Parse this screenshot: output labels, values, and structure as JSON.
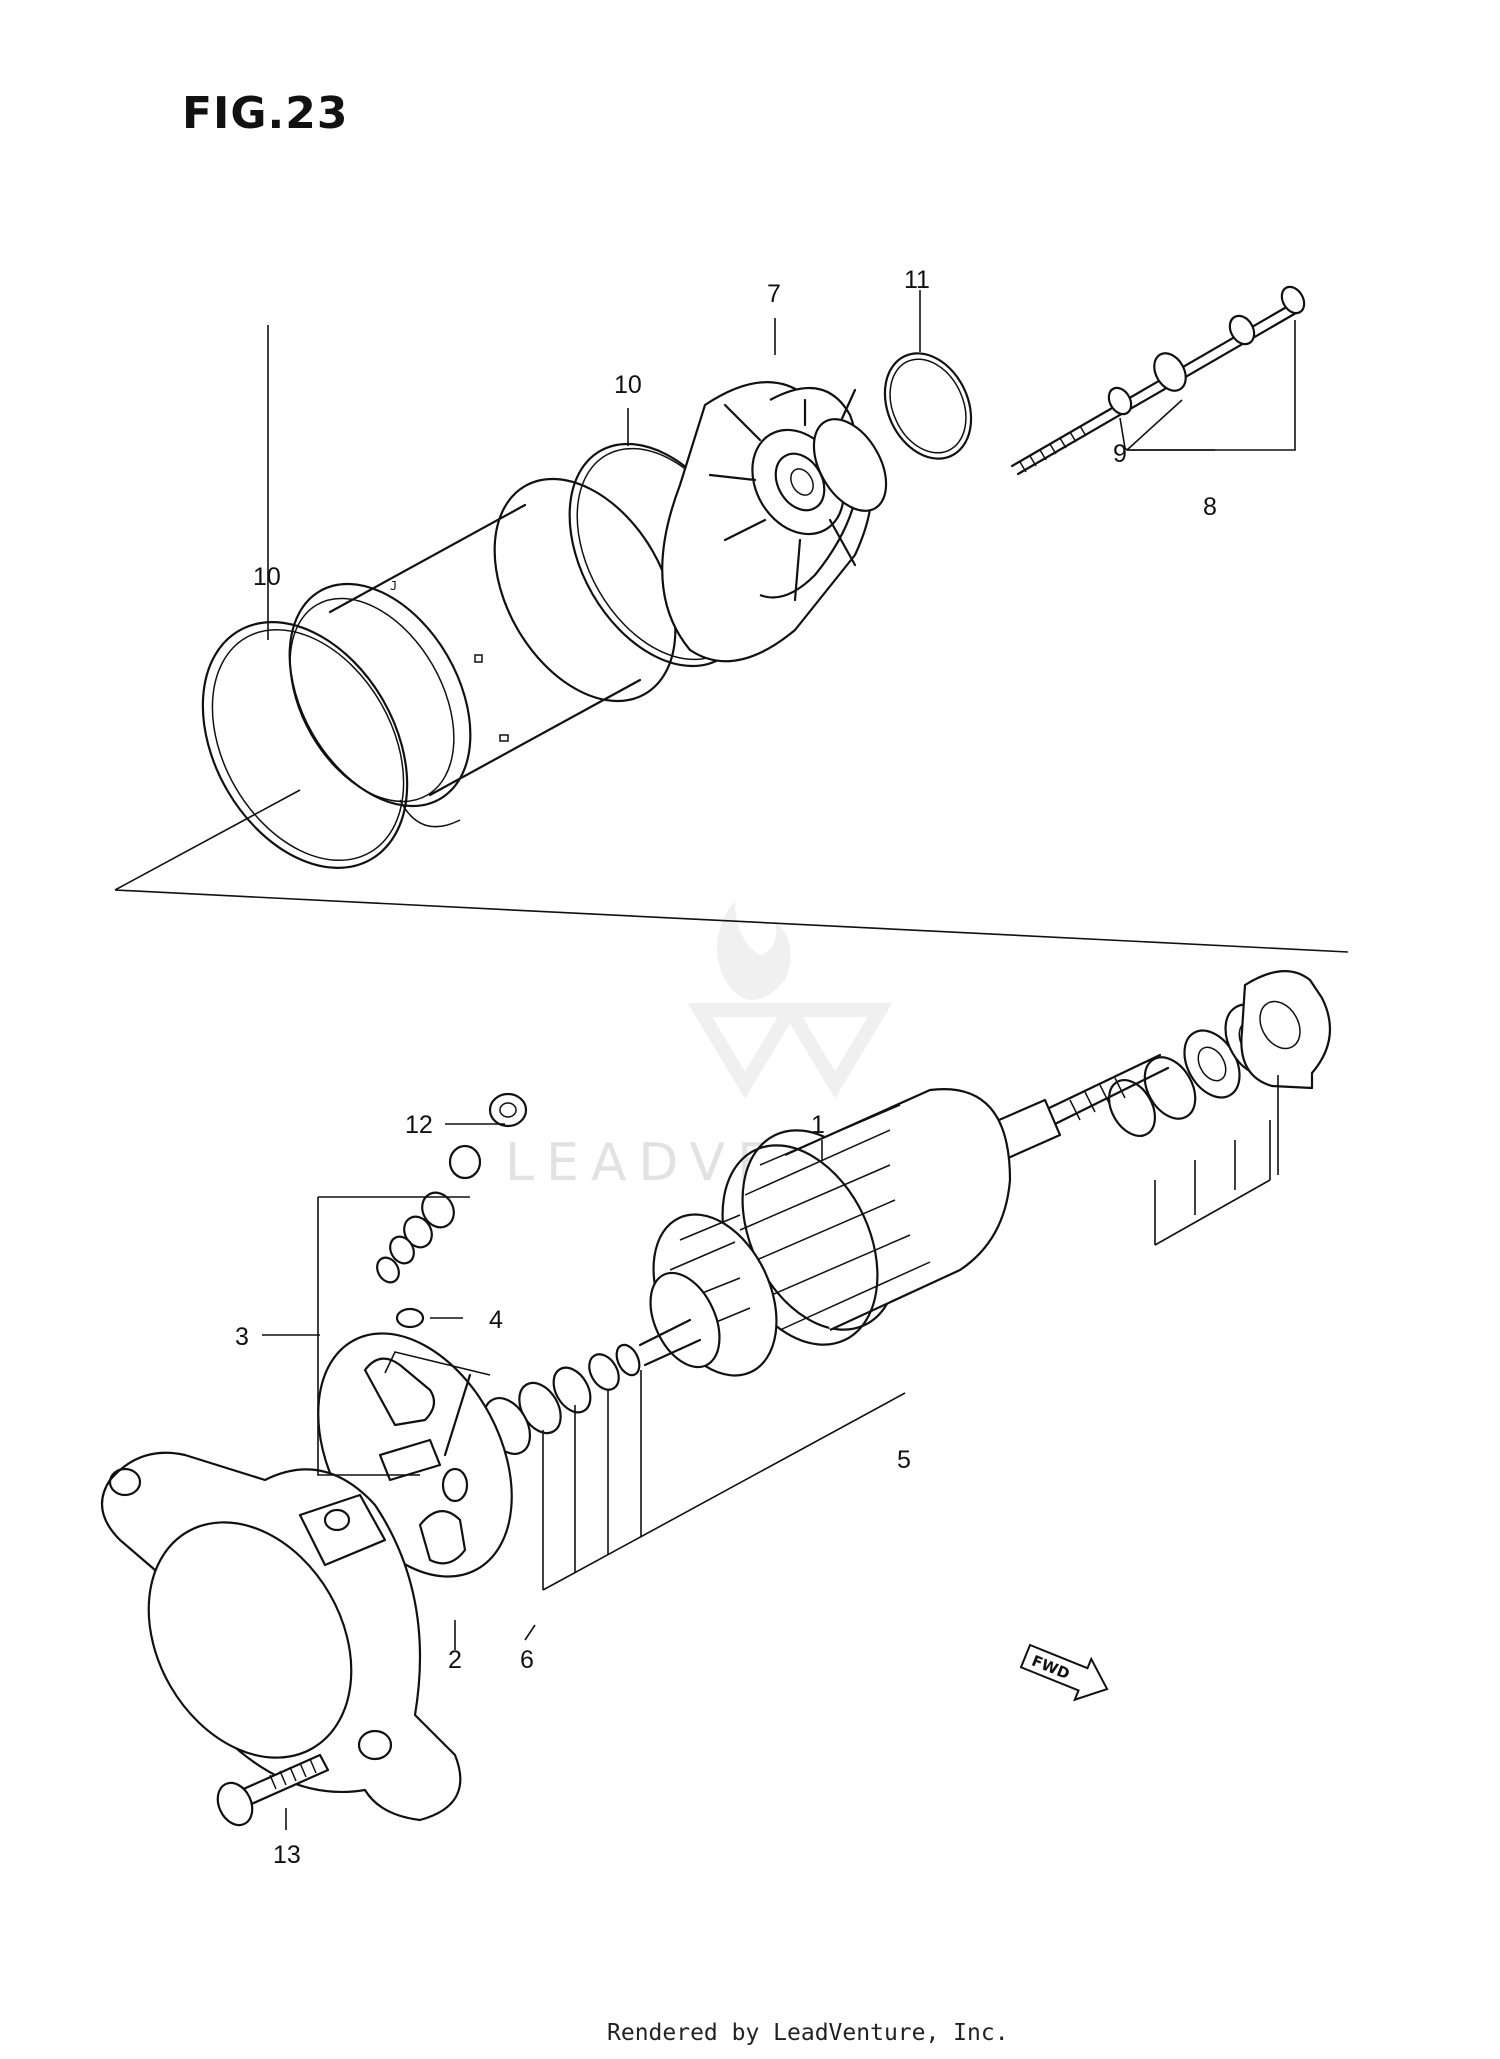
{
  "figure": {
    "title": "FIG.23"
  },
  "footer": {
    "text": "Rendered by LeadVenture, Inc."
  },
  "watermark": {
    "text": "LEADVENTURE"
  },
  "direction_badge": {
    "text": "FWD"
  },
  "callouts": {
    "c1": "1",
    "c2": "2",
    "c3": "3",
    "c4": "4",
    "c5": "5",
    "c6": "6",
    "c7": "7",
    "c8": "8",
    "c9": "9",
    "c10a": "10",
    "c10b": "10",
    "c11": "11",
    "c12": "12",
    "c13": "13"
  }
}
